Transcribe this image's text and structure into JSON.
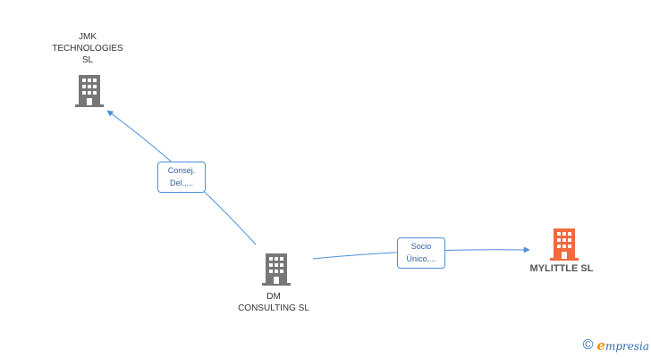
{
  "nodes": {
    "jmk": {
      "label": "JMK\nTECHNOLOGIES\nSL",
      "icon": "building-icon",
      "color": "#777777"
    },
    "dm": {
      "label": "DM\nCONSULTING  SL",
      "icon": "building-icon",
      "color": "#777777"
    },
    "mylittle": {
      "label": "MYLITTLE SL",
      "icon": "building-icon",
      "color": "#f26a3d"
    }
  },
  "edges": {
    "dm_to_jmk": {
      "label": "Consej.\nDel.,..."
    },
    "dm_to_mylittle": {
      "label": "Socio\nÚnico,..."
    }
  },
  "footer": {
    "copyright_symbol": "©",
    "brand_first": "e",
    "brand_rest": "mpresia"
  },
  "colors": {
    "edge": "#4a90d9",
    "accent": "#f26a3d",
    "building": "#777777"
  }
}
